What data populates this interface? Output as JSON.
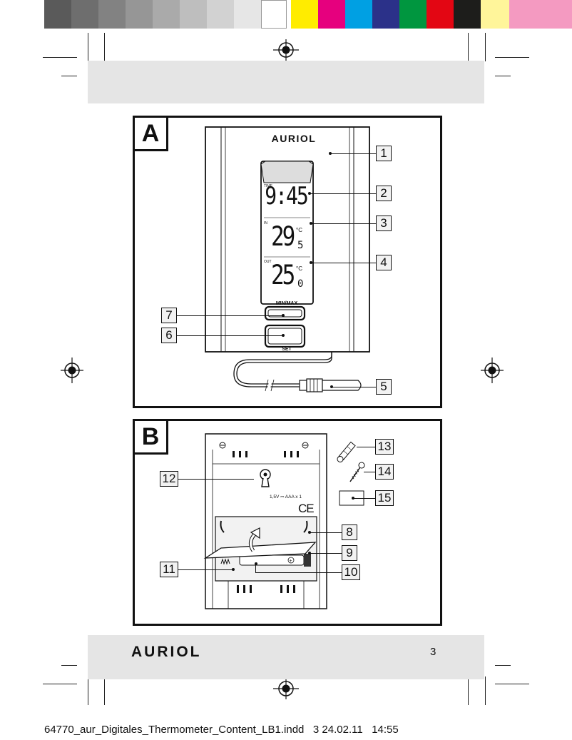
{
  "color_bar": {
    "greys": [
      "#5a5a5a",
      "#6e6e6e",
      "#828282",
      "#969696",
      "#aaaaaa",
      "#bebebe",
      "#d2d2d2",
      "#e6e6e6",
      "#ffffff"
    ],
    "process": [
      "#ffec00",
      "#e6007e",
      "#00a0e3",
      "#2b3189",
      "#00963f",
      "#e30613",
      "#1d1d1b",
      "#fff59a",
      "#f49ac1"
    ]
  },
  "figure_a": {
    "label": "A",
    "brand": "AURIOL",
    "display": {
      "time_label": "TIME",
      "time_value": "9:45",
      "in_label": "IN",
      "in_value": "29",
      "in_decimal": "5",
      "out_label": "OUT",
      "out_value": "25",
      "out_decimal": "0",
      "unit": "°C"
    },
    "button_minmax_label": "MIN/MAX",
    "button_set_label": "SET",
    "callouts": [
      "1",
      "2",
      "3",
      "4",
      "5",
      "6",
      "7"
    ]
  },
  "figure_b": {
    "label": "B",
    "battery_text": "1,5V ⎓ AAA x 1",
    "ce_mark": "CE",
    "callouts": [
      "8",
      "9",
      "10",
      "11",
      "12",
      "13",
      "14",
      "15"
    ]
  },
  "footer": {
    "brand": "AURIOL",
    "page_number": "3",
    "slug": "64770_aur_Digitales_Thermometer_Content_LB1.indd   3 24.02.11   14:55"
  }
}
